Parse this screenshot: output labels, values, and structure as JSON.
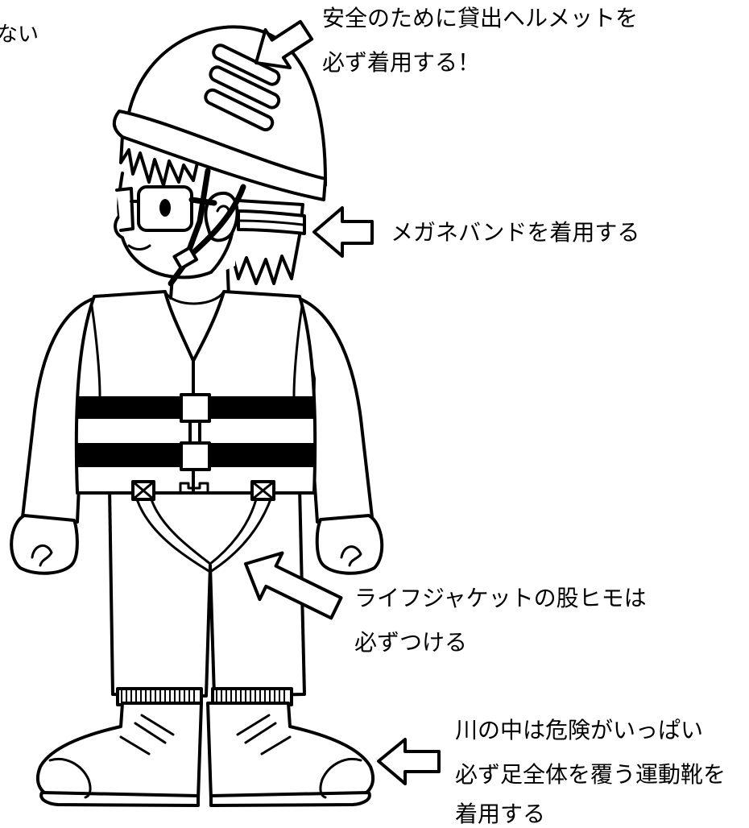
{
  "colors": {
    "ink": "#000000",
    "background": "#ffffff"
  },
  "icons": {
    "callout": "outline-arrow-icon"
  },
  "annotations": {
    "cropped_left": "ない",
    "helmet": [
      "安全のために貸出ヘルメットを",
      "必ず着用する！"
    ],
    "glasses_band": [
      "メガネバンドを着用する"
    ],
    "crotch_strap": [
      "ライフジャケットの股ヒモは",
      "必ずつける"
    ],
    "shoes": [
      "川の中は危険がいっぱい",
      "必ず足全体を覆う運動靴を",
      "着用する"
    ]
  }
}
